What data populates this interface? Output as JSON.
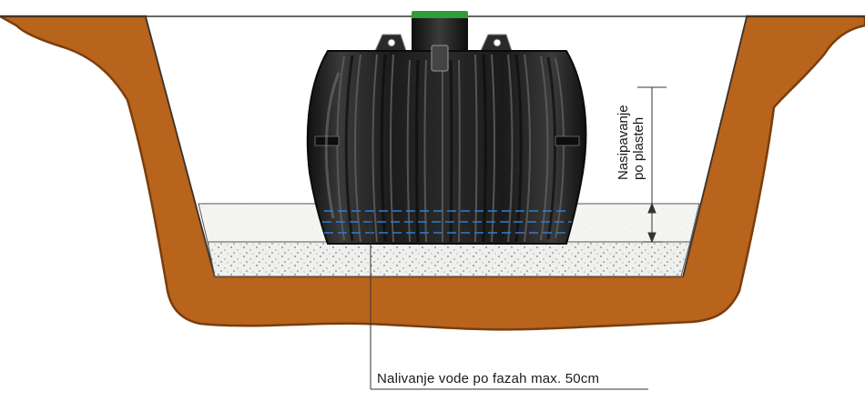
{
  "labels": {
    "backfill_line1": "Nasipavanje",
    "backfill_line2": "po plasteh",
    "water_fill": "Nalivanje vode po fazah max. 50cm"
  },
  "colors": {
    "soil": "#b8641c",
    "soil_outline": "#7a3d0c",
    "sand_bed": "#f4f4f2",
    "gravel_layer": "#e9e9e7",
    "tank_body": "#222222",
    "tank_highlight": "#6a6a6a",
    "neck_green": "#2e9e3a",
    "water_lines": "#2a7fd4",
    "line": "#333333"
  }
}
